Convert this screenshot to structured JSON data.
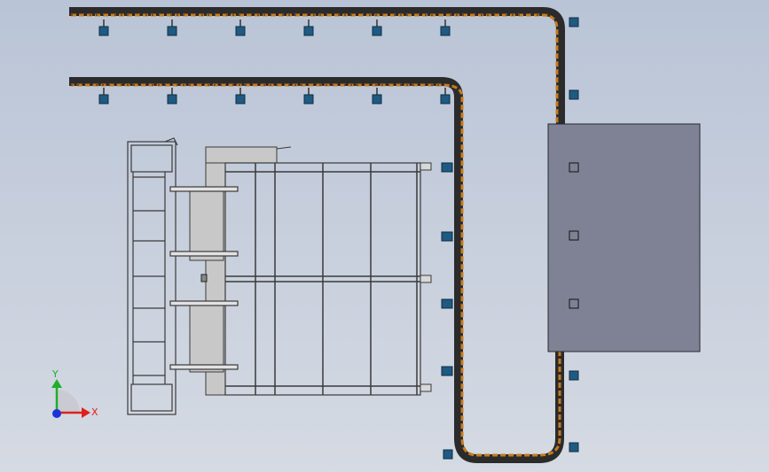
{
  "view": {
    "background_top": "#b9c4d6",
    "background_bottom": "#d5dae3"
  },
  "triad": {
    "x_label": "X",
    "y_label": "Y",
    "x_color": "#e0201a",
    "y_color": "#1fae2a",
    "z_color": "#1a34d8"
  },
  "model": {
    "chain_color": "#c77a1e",
    "rail_color": "#2b2b2b",
    "motor_color": "#1f5a82",
    "frame_color": "#3a3a3a",
    "fill_gray": "#c8c8c8",
    "cabinet_color": "#7e8294",
    "top_conveyor_hangers": 6,
    "upper_conveyor_hangers": 6,
    "right_side_hangers": 5,
    "cabinet_markers": 3
  }
}
